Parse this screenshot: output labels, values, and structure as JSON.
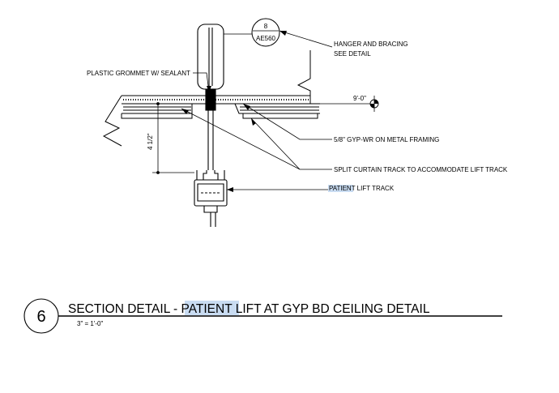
{
  "callout": {
    "number": "8",
    "sheet": "AE560"
  },
  "notes": {
    "hanger": "HANGER AND BRACING",
    "hanger_line2": "SEE DETAIL",
    "grommet": "PLASTIC GROMMET W/ SEALANT",
    "elevation": "9'-0\"",
    "gyp": "5/8\" GYP-WR ON METAL FRAMING",
    "curtain": "SPLIT CURTAIN TRACK TO ACCOMMODATE LIFT TRACK",
    "lift_highlight": "PATIENT",
    "lift_rest": " LIFT TRACK",
    "dimension": "4 1/2\""
  },
  "title": {
    "detail_number": "6",
    "prefix": "SECTION DETAIL - ",
    "highlight": "PATIENT",
    "suffix": " LIFT AT GYP BD CEILING DETAIL",
    "scale": "3\" = 1'-0\""
  },
  "colors": {
    "line": "#000000",
    "highlight": "#c9dcf2"
  }
}
